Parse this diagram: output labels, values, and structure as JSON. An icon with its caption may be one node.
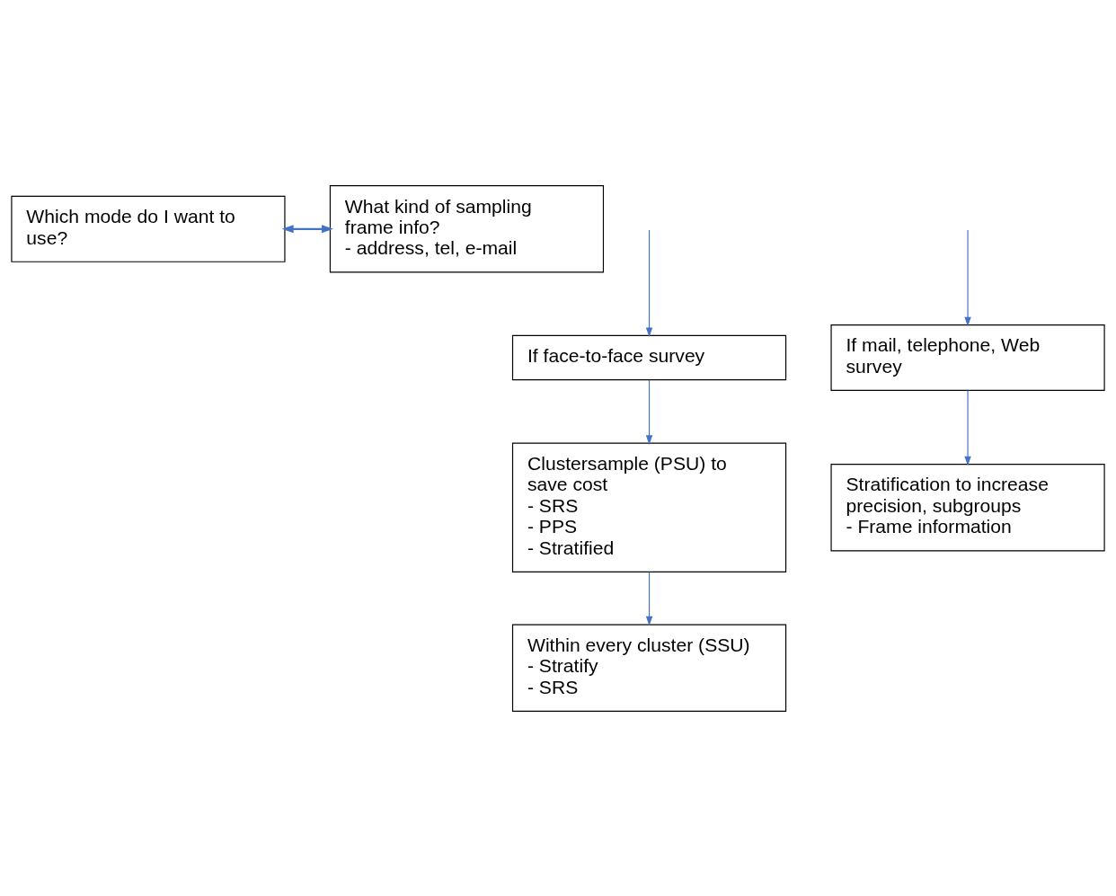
{
  "diagram": {
    "nodes": [
      {
        "text": [
          "Which mode do I want to use?"
        ]
      },
      {
        "text": [
          "What kind of sampling frame info?",
          "- address, tel, e-mail"
        ]
      },
      {
        "text": [
          "If face-to-face survey"
        ]
      },
      {
        "text": [
          "If mail, telephone, Web survey"
        ]
      },
      {
        "text": [
          "Clustersample (PSU) to save cost",
          "- SRS",
          "- PPS",
          "- Stratified"
        ]
      },
      {
        "text": [
          "Stratification to increase precision, subgroups",
          "- Frame information"
        ]
      },
      {
        "text": [
          "Within every cluster (SSU)",
          "- Stratify",
          "- SRS"
        ]
      }
    ],
    "edges": [
      {
        "from": 0,
        "to": 1,
        "arrow": "both"
      },
      {
        "from": null,
        "to": 2,
        "arrow": "to"
      },
      {
        "from": null,
        "to": 3,
        "arrow": "to"
      },
      {
        "from": 2,
        "to": 4,
        "arrow": "to"
      },
      {
        "from": 3,
        "to": 5,
        "arrow": "to"
      },
      {
        "from": 4,
        "to": 6,
        "arrow": "to"
      }
    ]
  }
}
